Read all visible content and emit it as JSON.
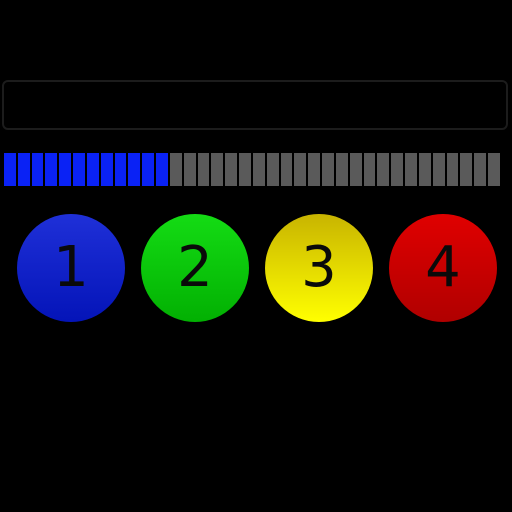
{
  "display": {
    "text": ""
  },
  "progress": {
    "total_segments": 36,
    "filled_segments": 12,
    "filled_color": "#0a22f5",
    "empty_color": "#5a5a5a"
  },
  "buttons": [
    {
      "label": "1",
      "color": "blue",
      "gradient": [
        "#1f30d8",
        "#0414b8"
      ]
    },
    {
      "label": "2",
      "color": "green",
      "gradient": [
        "#14dc14",
        "#02b002"
      ]
    },
    {
      "label": "3",
      "color": "yellow",
      "gradient": [
        "#c8b400",
        "#ffff00"
      ]
    },
    {
      "label": "4",
      "color": "red",
      "gradient": [
        "#e00000",
        "#b00000"
      ]
    }
  ]
}
